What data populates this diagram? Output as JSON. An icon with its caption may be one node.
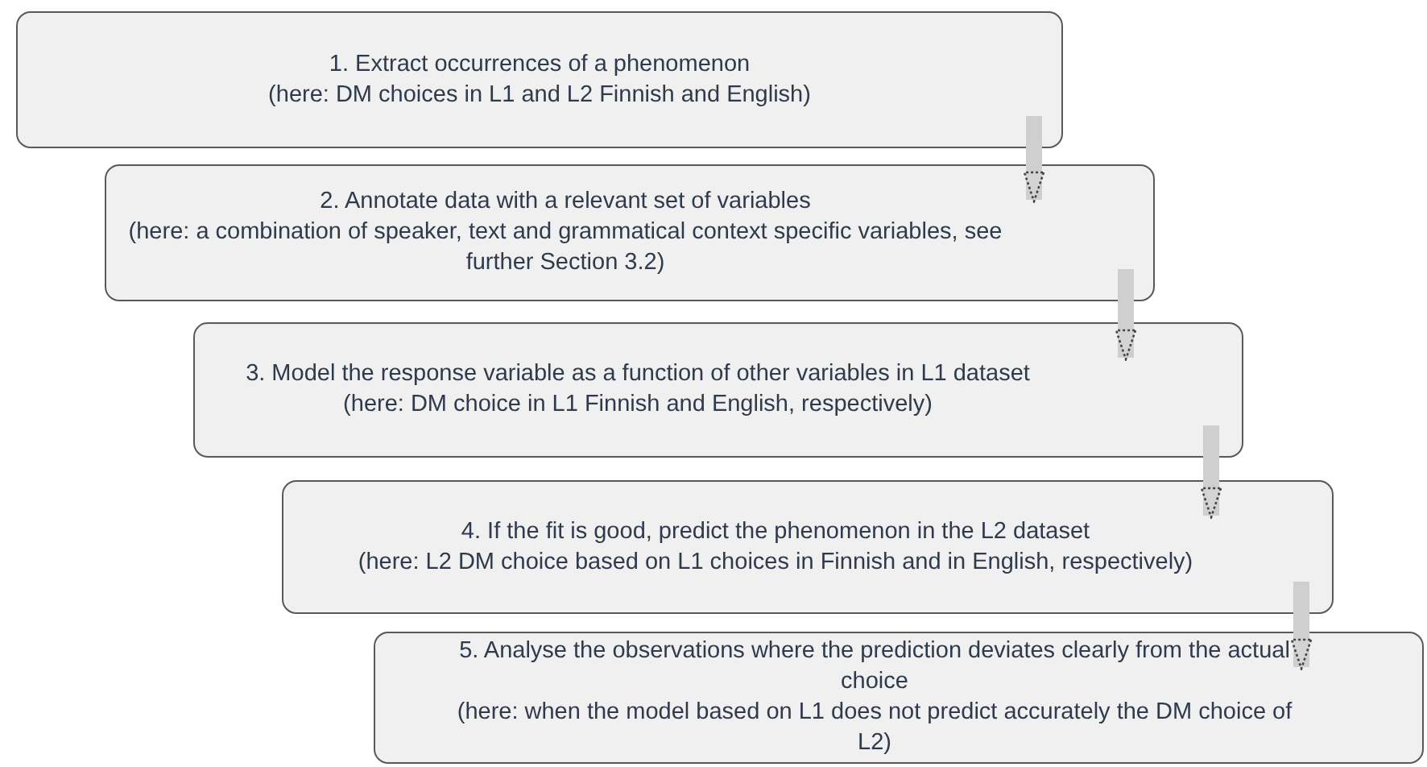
{
  "diagram": {
    "nodes": [
      {
        "text": [
          "1. Extract occurrences of a phenomenon",
          "(here: DM choices in L1 and L2 Finnish and English)"
        ]
      },
      {
        "text": [
          "2. Annotate data with a relevant set of variables",
          "(here: a combination of speaker, text and grammatical context specific variables, see further Section 3.2)"
        ]
      },
      {
        "text": [
          "3. Model the response variable as a function of other variables in L1 dataset",
          "(here: DM choice in L1 Finnish and English, respectively)"
        ]
      },
      {
        "text": [
          "4. If the fit is good, predict the phenomenon in the L2 dataset",
          "(here: L2 DM choice based on L1 choices in Finnish and in English, respectively)"
        ]
      },
      {
        "text": [
          "5. Analyse the observations where the prediction deviates clearly from the actual choice",
          "(here: when the model based on L1 does not predict accurately the DM choice of L2)"
        ]
      }
    ],
    "edges": [
      {
        "from": 0,
        "to": 1,
        "arrow": "to"
      },
      {
        "from": 1,
        "to": 2,
        "arrow": "to"
      },
      {
        "from": 2,
        "to": 3,
        "arrow": "to"
      },
      {
        "from": 3,
        "to": 4,
        "arrow": "to"
      }
    ]
  }
}
